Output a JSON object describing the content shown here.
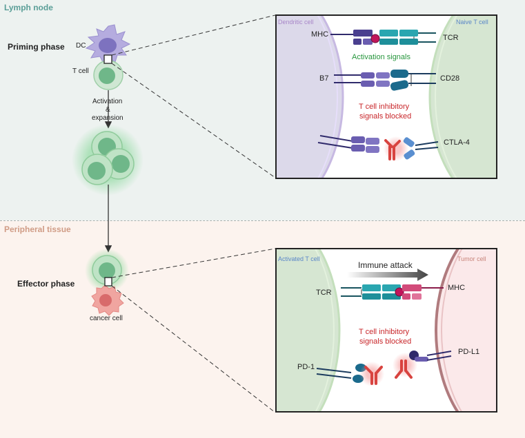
{
  "sections": {
    "lymph_node": "Lymph node",
    "peripheral_tissue": "Peripheral tissue"
  },
  "left": {
    "priming_phase": "Priming phase",
    "dc": "DC",
    "t_cell": "T cell",
    "activation_line1": "Activation",
    "activation_line2": "&",
    "activation_line3": "expansion",
    "effector_phase": "Effector phase",
    "cancer_cell": "cancer cell"
  },
  "panel_top": {
    "left_cell": "Dendritic cell",
    "right_cell": "Naive T cell",
    "mhc": "MHC",
    "tcr": "TCR",
    "activation_signals": "Activation signals",
    "b7": "B7",
    "cd28": "CD28",
    "inhibitory_line1": "T cell inhibitory",
    "inhibitory_line2": "signals blocked",
    "ctla4": "CTLA-4"
  },
  "panel_bottom": {
    "left_cell": "Activated T cell",
    "right_cell": "Tumor cell",
    "immune_attack": "Immune attack",
    "tcr": "TCR",
    "mhc": "MHC",
    "inhibitory_line1": "T cell inhibitory",
    "inhibitory_line2": "signals blocked",
    "pd1": "PD-1",
    "pdl1": "PD-L1"
  },
  "colors": {
    "lymph_bg": "#edf2f0",
    "tissue_bg": "#fcf3ee",
    "lymph_title": "#5a9e97",
    "tissue_title": "#d09c86",
    "dc_purple": "#a49ad8",
    "tcell_green": "#6fb789",
    "cancer_red": "#e98a87",
    "green_text": "#27963d",
    "red_text": "#c8262a",
    "antibody_red": "#d8433f"
  }
}
